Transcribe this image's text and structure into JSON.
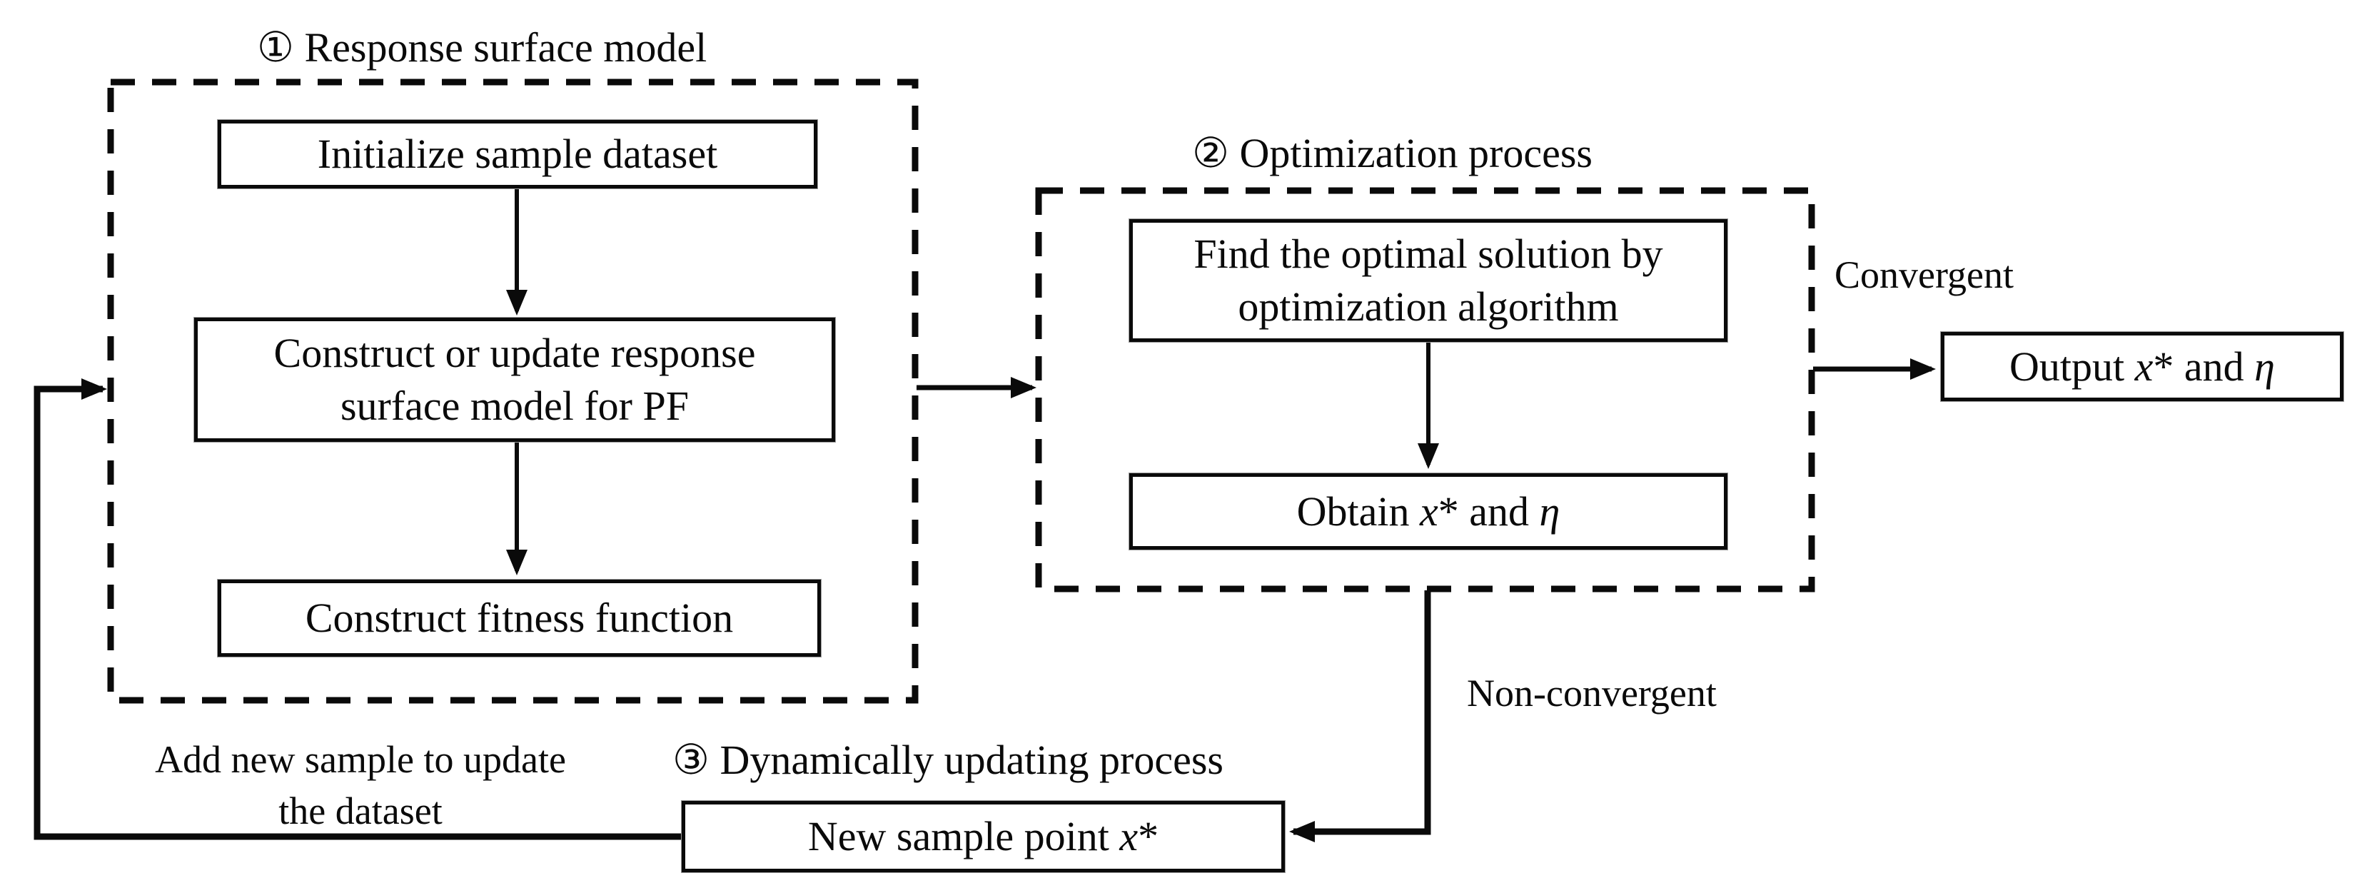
{
  "diagram": {
    "background_color": "#ffffff",
    "ink_color": "#0a0a0a",
    "type": "flowchart"
  },
  "sections": {
    "response_surface": {
      "label": "① Response surface model"
    },
    "optimization": {
      "label": "② Optimization process"
    },
    "dynamic_update": {
      "label": "③ Dynamically updating process"
    }
  },
  "boxes": {
    "initialize": {
      "text": "Initialize sample dataset"
    },
    "construct": {
      "line1": "Construct or update response",
      "line2": "surface model for PF"
    },
    "fitness": {
      "text": "Construct fitness function"
    },
    "find": {
      "line1": "Find the optimal solution by",
      "line2": "optimization algorithm"
    },
    "obtain": {
      "t1": "Obtain ",
      "x": "x",
      "t2": "* and ",
      "eta": "η"
    },
    "output": {
      "t1": "Output ",
      "x": "x",
      "t2": "* and ",
      "eta": "η"
    },
    "new_sample": {
      "t1": "New sample point ",
      "x": "x",
      "t2": "*"
    }
  },
  "labels": {
    "convergent": "Convergent",
    "non_convergent": "Non-convergent",
    "add_new_line1": "Add new sample to update",
    "add_new_line2": "the dataset"
  }
}
